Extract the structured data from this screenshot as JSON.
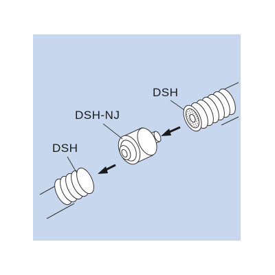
{
  "labels": {
    "hose_right": "DSH",
    "nipple_joint": "DSH-NJ",
    "hose_left": "DSH"
  },
  "colors": {
    "panel_background": "#c7d8ee",
    "outline": "#333333",
    "part_fill": "#ffffff",
    "arrow": "#1a1a1a"
  }
}
